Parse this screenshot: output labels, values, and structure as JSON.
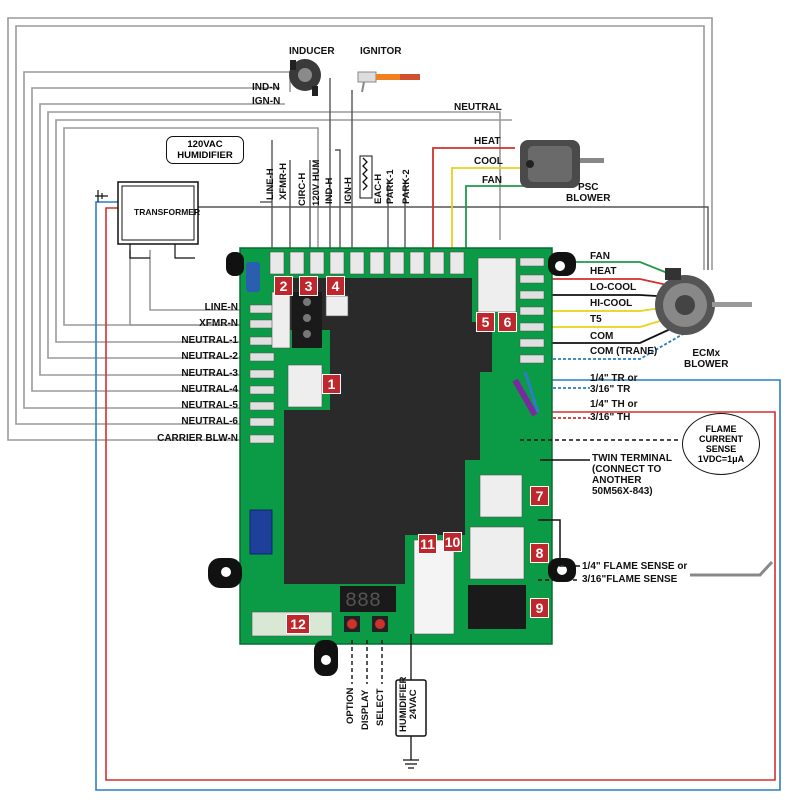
{
  "components": {
    "inducer": "INDUCER",
    "ignitor": "IGNITOR",
    "neutral": "NEUTRAL",
    "humidifier_120": "120VAC\nHUMIDIFIER",
    "transformer": "TRANSFORMER",
    "psc_blower": "PSC\nBLOWER",
    "ecm_blower": "ECMx\nBLOWER",
    "flame_sense_circle": "FLAME\nCURRENT\nSENSE\n1VDC=1μA",
    "twin_terminal": "TWIN TERMINAL\n(CONNECT TO\nANOTHER\n50M56X-843)",
    "humidifier_24": "HUMIDIFIER\n24VAC"
  },
  "top_wires": {
    "ind_n": "IND-N",
    "ign_n": "IGN-N"
  },
  "psc_wires": {
    "heat": "HEAT",
    "cool": "COOL",
    "fan": "FAN"
  },
  "top_terminals": {
    "line_h": "LINE-H",
    "xfmr_h": "XFMR-H",
    "circ_h": "CIRC-H",
    "hum_120v": "120V HUM",
    "ind_h": "IND-H",
    "ign_h": "IGN-H",
    "eac_h": "EAC-H",
    "park_1": "PARK-1",
    "park_2": "PARK-2"
  },
  "left_terminals": [
    "LINE-N",
    "XFMR-N",
    "NEUTRAL-1",
    "NEUTRAL-2",
    "NEUTRAL-3",
    "NEUTRAL-4",
    "NEUTRAL-5",
    "NEUTRAL-6",
    "CARRIER BLW-N"
  ],
  "right_terminals": [
    "FAN",
    "HEAT",
    "LO-COOL",
    "HI-COOL",
    "T5",
    "COM",
    "COM (TRANE)"
  ],
  "flame_terminals": {
    "tr_14": "1/4\" TR or",
    "tr_316": "3/16\" TR",
    "th_14": "1/4\" TH or",
    "th_316": "3/16\" TH",
    "flame_sense_14": "1/4\" FLAME SENSE or",
    "flame_sense_316": "3/16\"FLAME SENSE"
  },
  "buttons": {
    "option": "OPTION",
    "display": "DISPLAY",
    "select": "SELECT"
  },
  "callouts": [
    "1",
    "2",
    "3",
    "4",
    "5",
    "6",
    "7",
    "8",
    "9",
    "10",
    "11",
    "12"
  ],
  "colors": {
    "board": "#0b9a45",
    "chip": "#2a2a2a",
    "red_wire": "#d0312d",
    "yellow_wire": "#e8d21a",
    "green_wire": "#1f9a4a",
    "blue_wire": "#2a7fc1",
    "gray_wire": "#9a9a9a",
    "callout": "#c0272d"
  }
}
